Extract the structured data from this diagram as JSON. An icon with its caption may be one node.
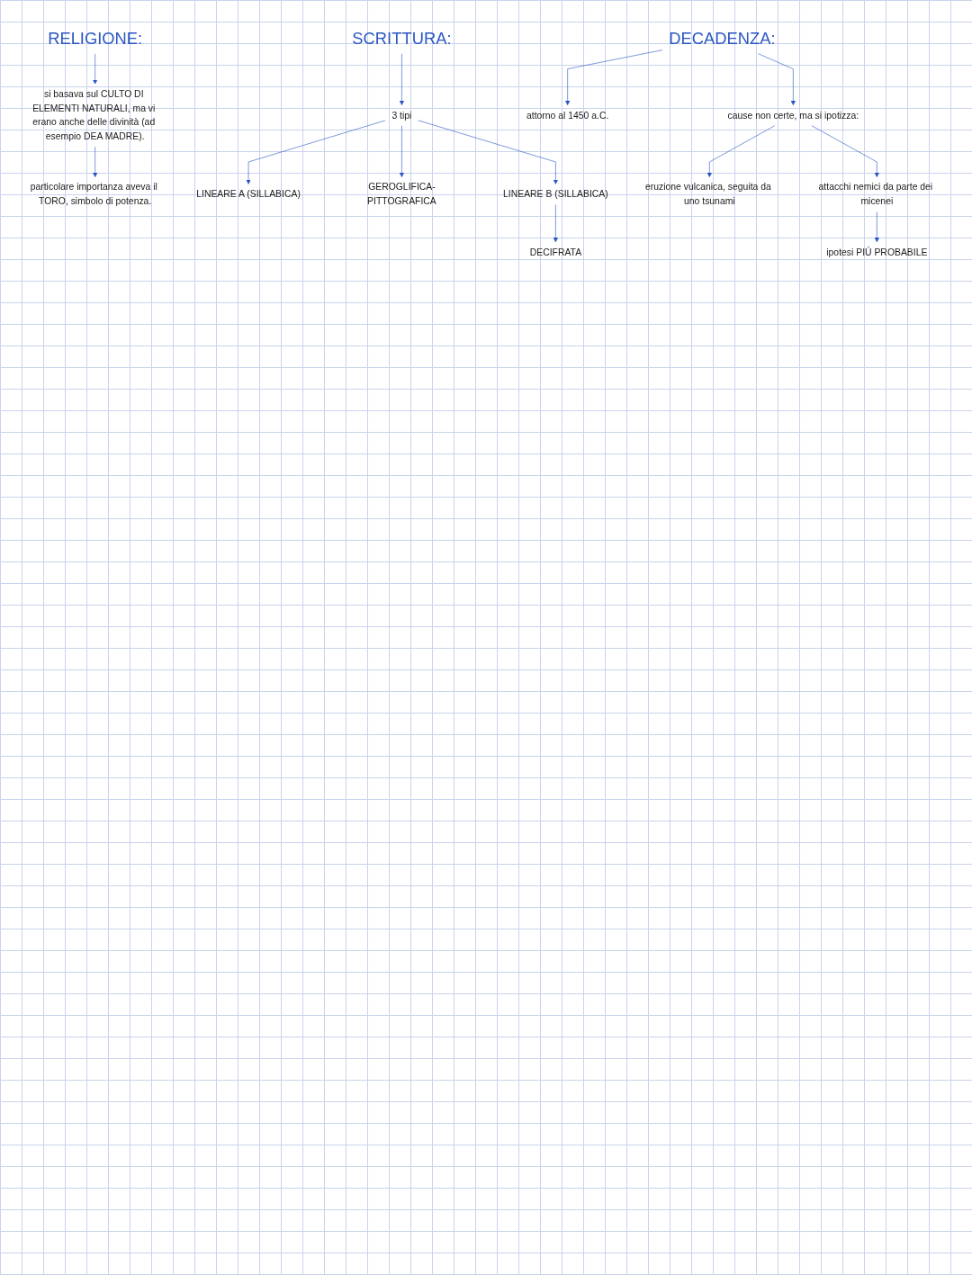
{
  "diagram": {
    "nodes": [
      {
        "text": [
          "RELIGIONE:"
        ]
      },
      {
        "text": [
          "si basava sul CULTO DI ELEMENTI NATURALI, ma vi erano anche delle divinità (ad esempio DEA MADRE)."
        ]
      },
      {
        "text": [
          "particolare importanza aveva il TORO, simbolo di potenza."
        ]
      },
      {
        "text": [
          "SCRITTURA:"
        ]
      },
      {
        "text": [
          "3 tipi"
        ]
      },
      {
        "text": [
          "LINEARE A (SILLABICA)"
        ]
      },
      {
        "text": [
          "GEROGLIFICA-PITTOGRAFICA"
        ]
      },
      {
        "text": [
          "LINEARE B (SILLABICA)"
        ]
      },
      {
        "text": [
          "DECIFRATA"
        ]
      },
      {
        "text": [
          "DECADENZA:"
        ]
      },
      {
        "text": [
          "attorno al 1450 a.C."
        ]
      },
      {
        "text": [
          "cause non certe, ma si ipotizza:"
        ]
      },
      {
        "text": [
          "eruzione vulcanica, seguita da uno tsunami"
        ]
      },
      {
        "text": [
          "attacchi nemici da parte dei micenei"
        ]
      },
      {
        "text": [
          "ipotesi PIÚ PROBABILE"
        ]
      }
    ],
    "edges": [
      {
        "from": 0,
        "to": 1,
        "arrow": "to"
      },
      {
        "from": 1,
        "to": 2,
        "arrow": "to"
      },
      {
        "from": 3,
        "to": 4,
        "arrow": "to"
      },
      {
        "from": 4,
        "to": 5,
        "arrow": "to"
      },
      {
        "from": 4,
        "to": 6,
        "arrow": "to"
      },
      {
        "from": 4,
        "to": 7,
        "arrow": "to"
      },
      {
        "from": 7,
        "to": 8,
        "arrow": "to"
      },
      {
        "from": 9,
        "to": 10,
        "arrow": "to"
      },
      {
        "from": 9,
        "to": 11,
        "arrow": "to"
      },
      {
        "from": 11,
        "to": 12,
        "arrow": "to"
      },
      {
        "from": 11,
        "to": 13,
        "arrow": "to"
      },
      {
        "from": 13,
        "to": 14,
        "arrow": "to"
      }
    ]
  }
}
